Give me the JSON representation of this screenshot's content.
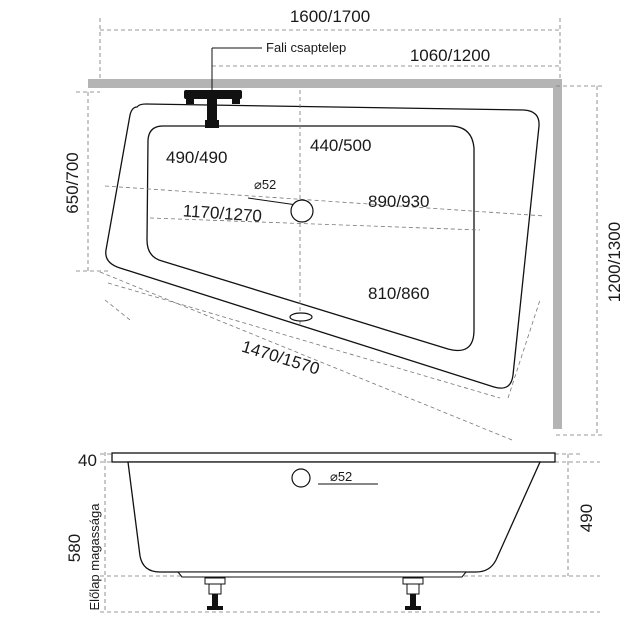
{
  "labels": {
    "top_width": "1600/1700",
    "wall_faucet": "Fali csaptelep",
    "wall_length": "1060/1200",
    "left_height": "650/700",
    "right_height": "1200/1300",
    "inner_a": "490/490",
    "inner_b": "440/500",
    "drain": "⌀52",
    "inner_c": "1170/1270",
    "inner_d": "890/930",
    "inner_e": "810/860",
    "front_length": "1470/1570",
    "rim": "40",
    "side_height": "490",
    "front_height": "580",
    "panel_label": "Előlap magassága",
    "side_drain": "⌀52"
  },
  "colors": {
    "wall": "#b4b4b4",
    "line": "#111111",
    "dash": "#777777"
  }
}
